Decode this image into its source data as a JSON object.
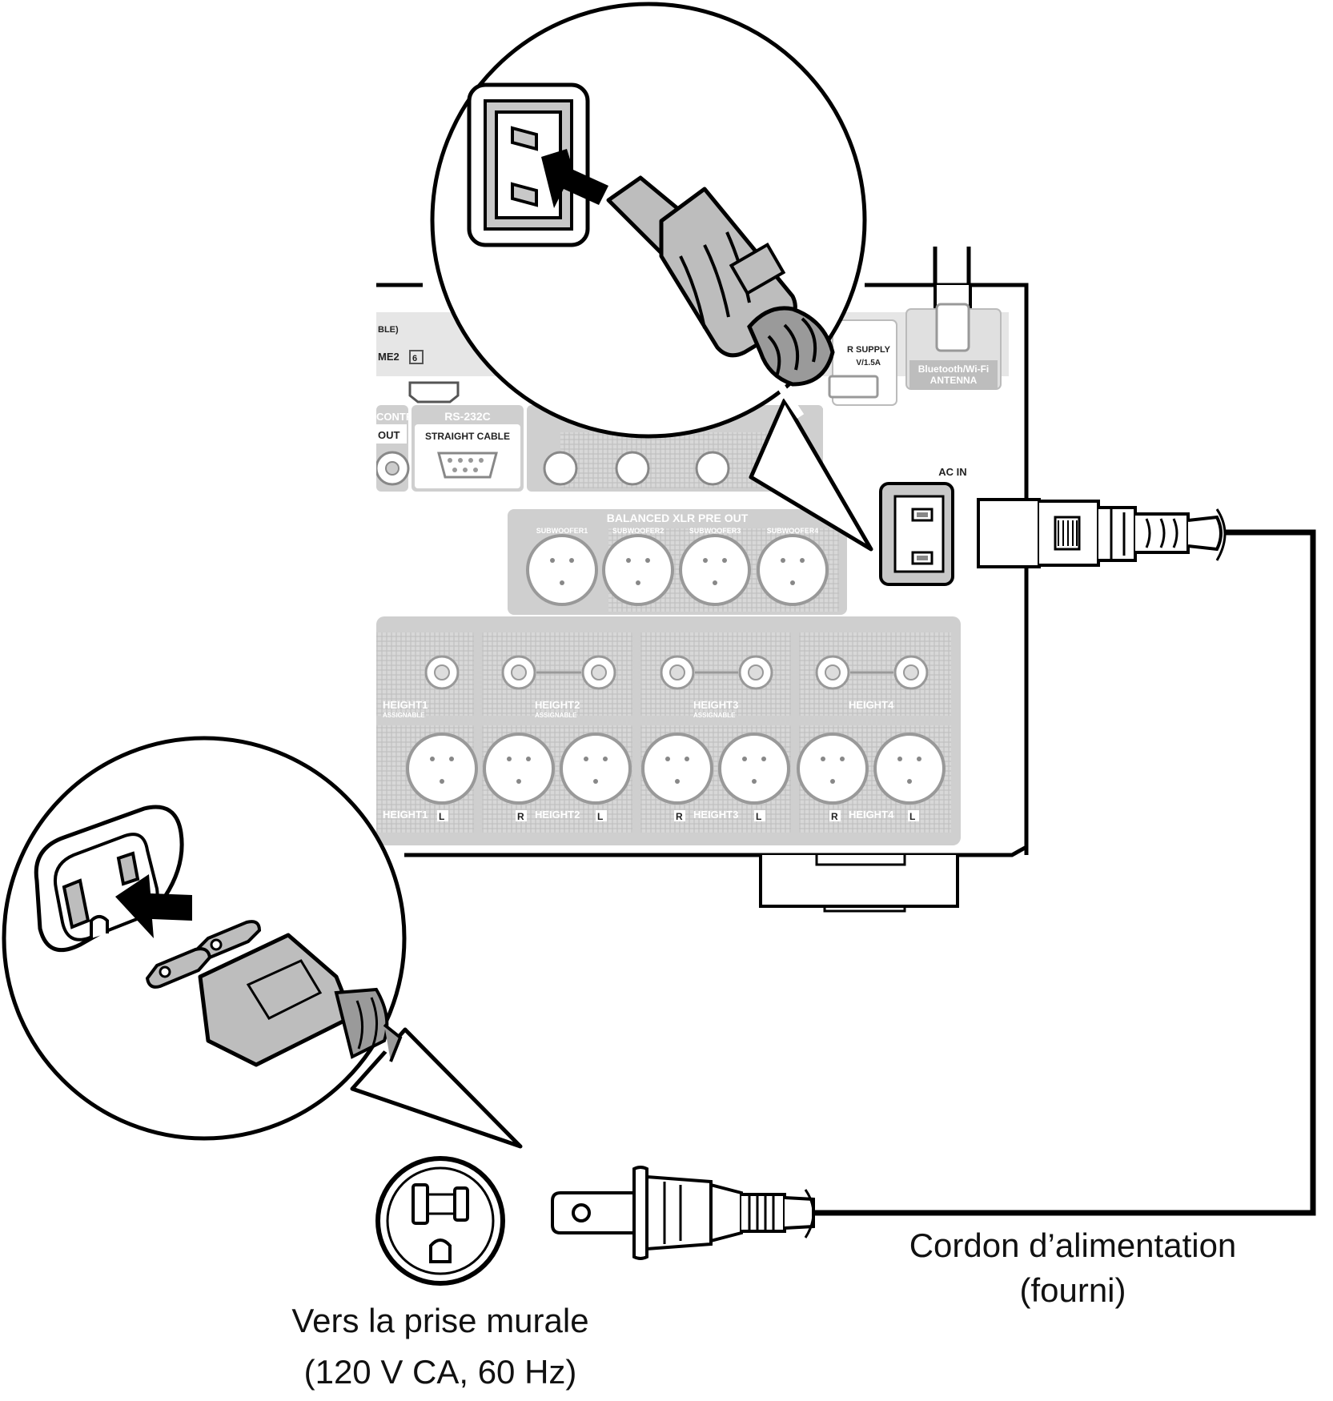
{
  "panel_labels": {
    "ac_in": "AC IN",
    "rs232c": "RS-232C",
    "straight_cable": "STRAIGHT CABLE",
    "control": "CONTROL",
    "out": "OUT",
    "balanced_xlr": "BALANCED XLR PRE OUT",
    "subwoofer1": "SUBWOOFER1",
    "subwoofer2": "SUBWOOFER2",
    "subwoofer3": "SUBWOOFER3",
    "subwoofer4": "SUBWOOFER4",
    "antenna_line1": "Bluetooth/Wi-Fi",
    "antenna_line2": "ANTENNA",
    "power_supply": "R SUPPLY",
    "power_rating": "V/1.5A",
    "zone": "ME2",
    "zone_num": "6",
    "able": "BLE)",
    "height1": "HEIGHT1",
    "height2": "HEIGHT2",
    "height3": "HEIGHT3",
    "height4": "HEIGHT4",
    "assignable": "ASSIGNABLE",
    "r": "R",
    "l": "L"
  },
  "captions": {
    "cord_line1": "Cordon d’alimentation",
    "cord_line2": "(fourni)",
    "outlet_line1": "Vers la prise murale",
    "outlet_line2": "(120 V CA, 60 Hz)"
  },
  "icons": [
    "ac-inlet-icon",
    "iec-plug-icon",
    "wall-outlet-icon",
    "ac-plug-icon",
    "zoom-callout-icon"
  ]
}
